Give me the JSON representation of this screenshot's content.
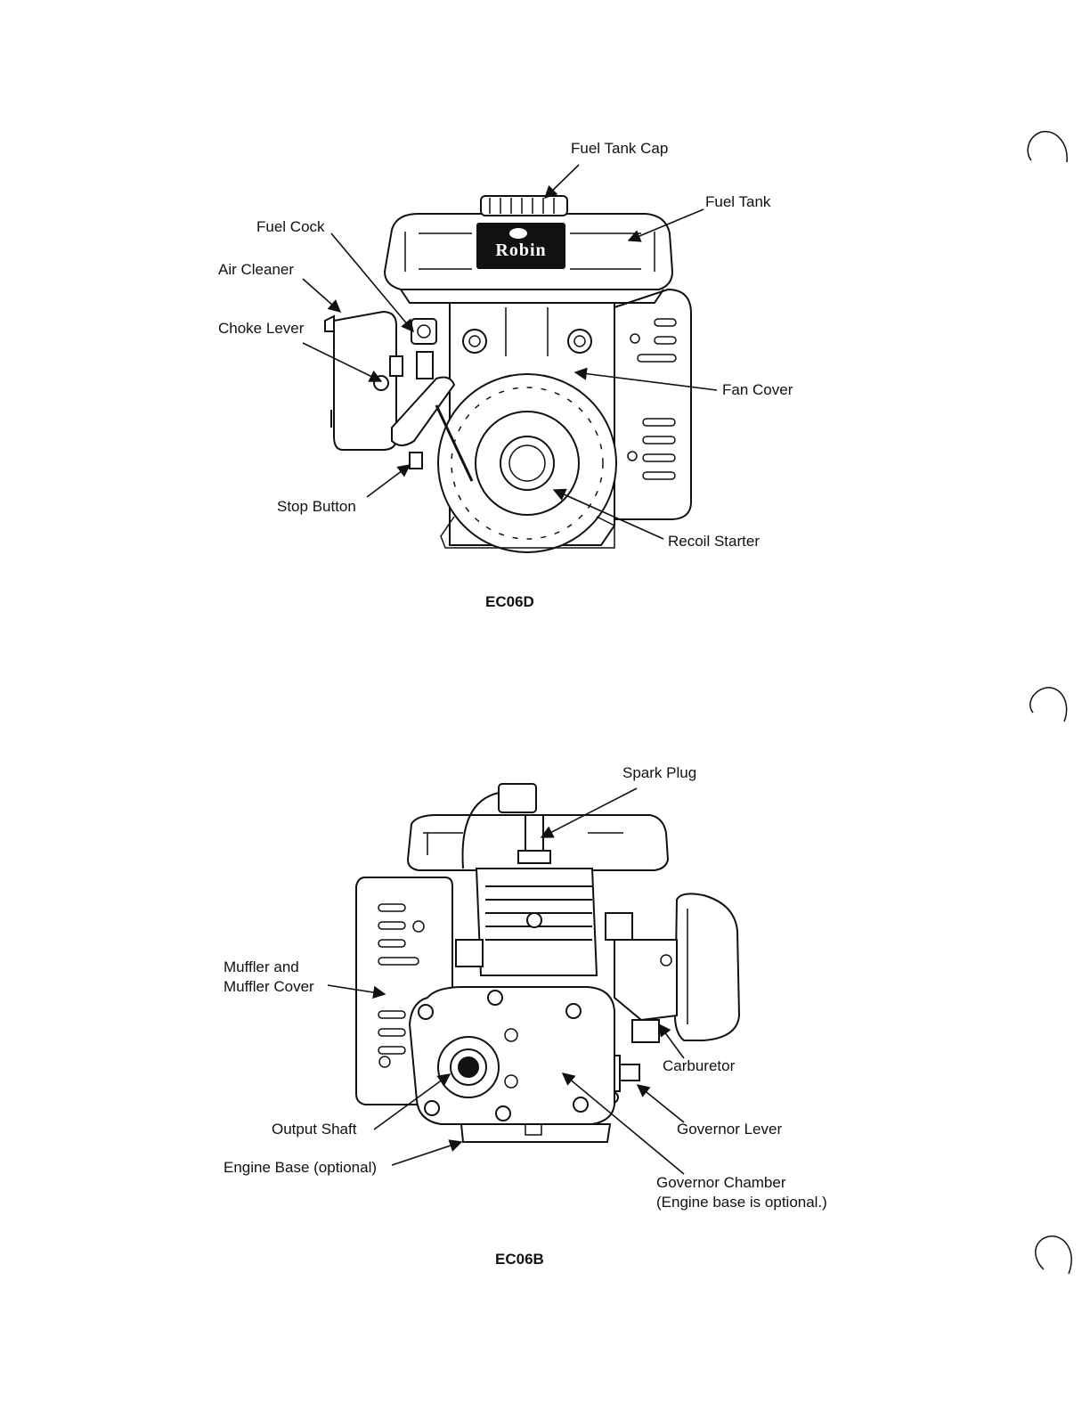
{
  "figure_top": {
    "caption": "EC06D",
    "labels": {
      "fuel_tank_cap": "Fuel Tank Cap",
      "fuel_tank": "Fuel Tank",
      "fuel_cock": "Fuel Cock",
      "air_cleaner": "Air Cleaner",
      "choke_lever": "Choke Lever",
      "fan_cover": "Fan Cover",
      "stop_button": "Stop Button",
      "recoil_starter": "Recoil Starter"
    },
    "logo_text": "Robin"
  },
  "figure_bottom": {
    "caption": "EC06B",
    "labels": {
      "spark_plug": "Spark Plug",
      "muffler_line1": "Muffler and",
      "muffler_line2": "Muffler Cover",
      "carburetor": "Carburetor",
      "output_shaft": "Output Shaft",
      "governor_lever": "Governor Lever",
      "engine_base": "Engine Base (optional)",
      "governor_chamber_line1": "Governor Chamber",
      "governor_chamber_line2": "(Engine base is optional.)"
    }
  }
}
